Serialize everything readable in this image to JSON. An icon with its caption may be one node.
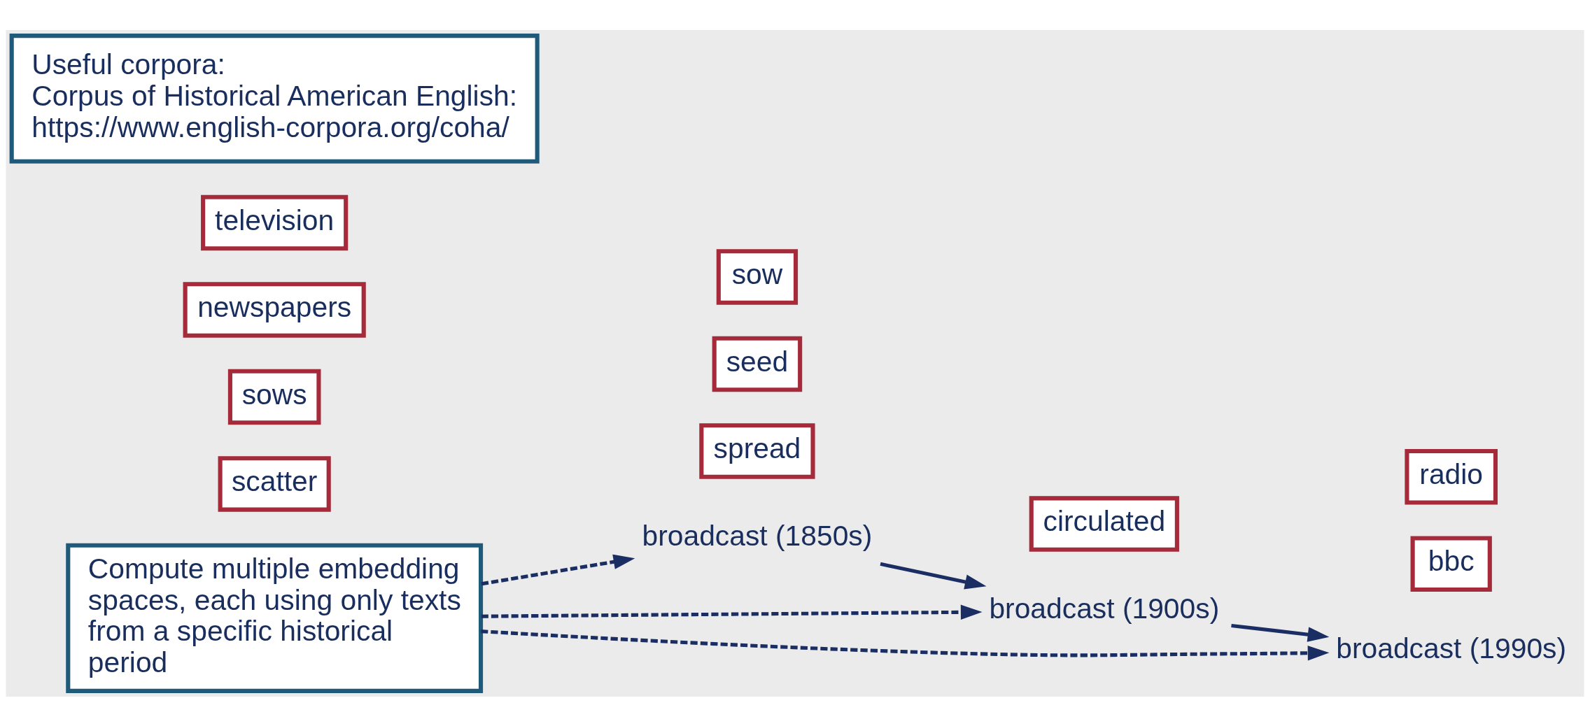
{
  "diagram": {
    "nodes": [
      {
        "text": [
          "Compute multiple embedding spaces, each using only texts from a specific historical period"
        ]
      },
      {
        "text": [
          "broadcast (1850s)"
        ]
      },
      {
        "text": [
          "broadcast (1900s)"
        ]
      },
      {
        "text": [
          "broadcast (1990s)"
        ]
      },
      {
        "text": [
          "spread"
        ]
      },
      {
        "text": [
          "seed"
        ]
      },
      {
        "text": [
          "scatter"
        ]
      },
      {
        "text": [
          "sow"
        ]
      },
      {
        "text": [
          "sows"
        ]
      },
      {
        "text": [
          "circulated"
        ]
      },
      {
        "text": [
          "newspapers"
        ]
      },
      {
        "text": [
          "television"
        ]
      },
      {
        "text": [
          "bbc"
        ]
      },
      {
        "text": [
          "radio"
        ]
      },
      {
        "text": [
          "Useful corpora:",
          "Corpus of Historical American English:",
          "https://www.english-corpora.org/coha/"
        ]
      }
    ],
    "edges": [
      {
        "from": 0,
        "to": 1,
        "arrow": "to",
        "style": "dashed"
      },
      {
        "from": 0,
        "to": 2,
        "arrow": "to",
        "style": "dashed"
      },
      {
        "from": 0,
        "to": 3,
        "arrow": "to",
        "style": "dashed"
      },
      {
        "from": 1,
        "to": 2,
        "arrow": "to"
      },
      {
        "from": 2,
        "to": 3,
        "arrow": "to"
      }
    ]
  }
}
